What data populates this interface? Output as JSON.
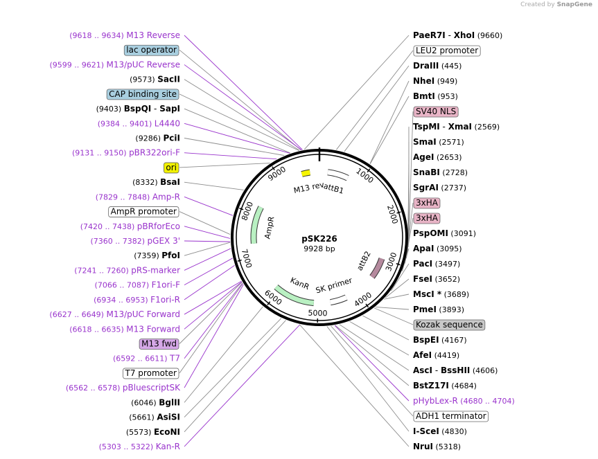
{
  "credit": {
    "prefix": "Created by",
    "brand": "SnapGene"
  },
  "plasmid": {
    "name": "pSK226",
    "size": "9928 bp",
    "length": 9928
  },
  "colors": {
    "site": "#000000",
    "primer": "#9933cc",
    "line": "#8c8c8c",
    "backbone": "#000000"
  },
  "ticks": [
    {
      "bp": 1000,
      "label": "1000"
    },
    {
      "bp": 2000,
      "label": "2000"
    },
    {
      "bp": 3000,
      "label": "3000"
    },
    {
      "bp": 4000,
      "label": "4000"
    },
    {
      "bp": 5000,
      "label": "5000"
    },
    {
      "bp": 6000,
      "label": "6000"
    },
    {
      "bp": 7000,
      "label": "7000"
    },
    {
      "bp": 8000,
      "label": "8000"
    },
    {
      "bp": 9000,
      "label": "9000"
    }
  ],
  "labels": [
    {
      "side": "L",
      "kind": "primer",
      "name": "M13 Reverse",
      "loc": "(9618 .. 9634)",
      "bp": 9626
    },
    {
      "side": "L",
      "kind": "box",
      "name": "lac operator",
      "bp": 9600,
      "fill": "#a9cfe0"
    },
    {
      "side": "L",
      "kind": "primer",
      "name": "M13/pUC Reverse",
      "loc": "(9599 .. 9621)",
      "bp": 9610
    },
    {
      "side": "L",
      "kind": "site",
      "name": "SacII",
      "pos": "(9573)",
      "bp": 9573
    },
    {
      "side": "L",
      "kind": "box",
      "name": "CAP binding site",
      "bp": 9560,
      "fill": "#a9cfe0"
    },
    {
      "side": "L",
      "kind": "site",
      "name": "BspQI",
      "name2": "SapI",
      "pos": "(9403)",
      "bp": 9403
    },
    {
      "side": "L",
      "kind": "primer",
      "name": "L4440",
      "loc": "(9384 .. 9401)",
      "bp": 9392
    },
    {
      "side": "L",
      "kind": "site",
      "name": "PciI",
      "pos": "(9286)",
      "bp": 9286
    },
    {
      "side": "L",
      "kind": "primer",
      "name": "pBR322ori-F",
      "loc": "(9131 .. 9150)",
      "bp": 9140
    },
    {
      "side": "L",
      "kind": "box",
      "name": "ori",
      "bp": 9000,
      "fill": "#f2f200"
    },
    {
      "side": "L",
      "kind": "site",
      "name": "BsaI",
      "pos": "(8332)",
      "bp": 8332
    },
    {
      "side": "L",
      "kind": "primer",
      "name": "Amp-R",
      "loc": "(7829 .. 7848)",
      "bp": 7838
    },
    {
      "side": "L",
      "kind": "box",
      "name": "AmpR promoter",
      "bp": 7500,
      "fill": "#ffffff"
    },
    {
      "side": "L",
      "kind": "primer",
      "name": "pBRforEco",
      "loc": "(7420 .. 7438)",
      "bp": 7429
    },
    {
      "side": "L",
      "kind": "primer",
      "name": "pGEX 3'",
      "loc": "(7360 .. 7382)",
      "bp": 7371
    },
    {
      "side": "L",
      "kind": "site",
      "name": "PfoI",
      "pos": "(7359)",
      "bp": 7359
    },
    {
      "side": "L",
      "kind": "primer",
      "name": "pRS-marker",
      "loc": "(7241 .. 7260)",
      "bp": 7250
    },
    {
      "side": "L",
      "kind": "primer",
      "name": "F1ori-F",
      "loc": "(7066 .. 7087)",
      "bp": 7076
    },
    {
      "side": "L",
      "kind": "primer",
      "name": "F1ori-R",
      "loc": "(6934 .. 6953)",
      "bp": 6943
    },
    {
      "side": "L",
      "kind": "primer",
      "name": "M13/pUC Forward",
      "loc": "(6627 .. 6649)",
      "bp": 6638
    },
    {
      "side": "L",
      "kind": "primer",
      "name": "M13 Forward",
      "loc": "(6618 .. 6635)",
      "bp": 6626
    },
    {
      "side": "L",
      "kind": "box",
      "name": "M13 fwd",
      "bp": 6620,
      "fill": "#d6a8e8"
    },
    {
      "side": "L",
      "kind": "primer",
      "name": "T7",
      "loc": "(6592 .. 6611)",
      "bp": 6601
    },
    {
      "side": "L",
      "kind": "box",
      "name": "T7 promoter",
      "bp": 6590,
      "fill": "#ffffff"
    },
    {
      "side": "L",
      "kind": "primer",
      "name": "pBluescriptSK",
      "loc": "(6562 .. 6578)",
      "bp": 6570
    },
    {
      "side": "L",
      "kind": "site",
      "name": "BglII",
      "pos": "(6046)",
      "bp": 6046
    },
    {
      "side": "L",
      "kind": "site",
      "name": "AsiSI",
      "pos": "(5661)",
      "bp": 5661
    },
    {
      "side": "L",
      "kind": "site",
      "name": "EcoNI",
      "pos": "(5573)",
      "bp": 5573
    },
    {
      "side": "L",
      "kind": "primer",
      "name": "Kan-R",
      "loc": "(5303 .. 5322)",
      "bp": 5312
    },
    {
      "side": "R",
      "kind": "site",
      "name": "PaeR7I",
      "name2": "XhoI",
      "pos": "(9660)",
      "bp": 9660
    },
    {
      "side": "R",
      "kind": "box",
      "name": "LEU2 promoter",
      "bp": 300,
      "fill": "#ffffff"
    },
    {
      "side": "R",
      "kind": "site",
      "name": "DraIII",
      "pos": "(445)",
      "bp": 445
    },
    {
      "side": "R",
      "kind": "site",
      "name": "NheI",
      "pos": "(949)",
      "bp": 949
    },
    {
      "side": "R",
      "kind": "site",
      "name": "BmtI",
      "pos": "(953)",
      "bp": 953
    },
    {
      "side": "R",
      "kind": "box",
      "name": "SV40 NLS",
      "bp": 2540,
      "fill": "#e8b4c6"
    },
    {
      "side": "R",
      "kind": "site",
      "name": "TspMI",
      "name2": "XmaI",
      "pos": "(2569)",
      "bp": 2569
    },
    {
      "side": "R",
      "kind": "site",
      "name": "SmaI",
      "pos": "(2571)",
      "bp": 2571
    },
    {
      "side": "R",
      "kind": "site",
      "name": "AgeI",
      "pos": "(2653)",
      "bp": 2653
    },
    {
      "side": "R",
      "kind": "site",
      "name": "SnaBI",
      "pos": "(2728)",
      "bp": 2728
    },
    {
      "side": "R",
      "kind": "site",
      "name": "SgrAI",
      "pos": "(2737)",
      "bp": 2737
    },
    {
      "side": "R",
      "kind": "box",
      "name": "3xHA",
      "bp": 2850,
      "fill": "#e8b4c6"
    },
    {
      "side": "R",
      "kind": "box",
      "name": "3xHA",
      "bp": 2950,
      "fill": "#e8b4c6"
    },
    {
      "side": "R",
      "kind": "site",
      "name": "PspOMI",
      "pos": "(3091)",
      "bp": 3091
    },
    {
      "side": "R",
      "kind": "site",
      "name": "ApaI",
      "pos": "(3095)",
      "bp": 3095
    },
    {
      "side": "R",
      "kind": "site",
      "name": "PacI",
      "pos": "(3497)",
      "bp": 3497
    },
    {
      "side": "R",
      "kind": "site",
      "name": "FseI",
      "pos": "(3652)",
      "bp": 3652
    },
    {
      "side": "R",
      "kind": "site",
      "name": "MscI *",
      "pos": "(3689)",
      "bp": 3689
    },
    {
      "side": "R",
      "kind": "site",
      "name": "PmeI",
      "pos": "(3893)",
      "bp": 3893
    },
    {
      "side": "R",
      "kind": "box",
      "name": "Kozak sequence",
      "bp": 3920,
      "fill": "#c8c8c8"
    },
    {
      "side": "R",
      "kind": "site",
      "name": "BspEI",
      "pos": "(4167)",
      "bp": 4167
    },
    {
      "side": "R",
      "kind": "site",
      "name": "AfeI",
      "pos": "(4419)",
      "bp": 4419
    },
    {
      "side": "R",
      "kind": "site",
      "name": "AscI",
      "name2": "BssHII",
      "pos": "(4606)",
      "bp": 4606
    },
    {
      "side": "R",
      "kind": "site",
      "name": "BstZ17I",
      "pos": "(4684)",
      "bp": 4684
    },
    {
      "side": "R",
      "kind": "primer",
      "name": "pHybLex-R",
      "loc": "(4680 .. 4704)",
      "bp": 4692
    },
    {
      "side": "R",
      "kind": "box",
      "name": "ADH1 terminator",
      "bp": 4760,
      "fill": "#ffffff"
    },
    {
      "side": "R",
      "kind": "site",
      "name": "I-SceI",
      "pos": "(4830)",
      "bp": 4830
    },
    {
      "side": "R",
      "kind": "site",
      "name": "NruI",
      "pos": "(5318)",
      "bp": 5318
    }
  ],
  "features": [
    {
      "name": "attB1",
      "start": 200,
      "end": 700,
      "dir": 1,
      "color": "#ffffff",
      "type": "arrow"
    },
    {
      "name": "attB2",
      "start": 3000,
      "end": 3500,
      "dir": 1,
      "color": "#b58a9e",
      "type": "arrow"
    },
    {
      "name": "M13 rev",
      "start": 9500,
      "end": 9700,
      "dir": 1,
      "color": "#f5f500",
      "type": "arrow"
    },
    {
      "name": "AmpR",
      "start": 7300,
      "end": 8200,
      "dir": -1,
      "color": "#b9f0c2",
      "type": "arrow"
    },
    {
      "name": "KanR",
      "start": 5100,
      "end": 6100,
      "dir": -1,
      "color": "#b9f0c2",
      "type": "arrow"
    },
    {
      "name": "SK primer",
      "start": 4300,
      "end": 4700,
      "dir": 1,
      "color": "#ffffff",
      "type": "arrow"
    }
  ]
}
